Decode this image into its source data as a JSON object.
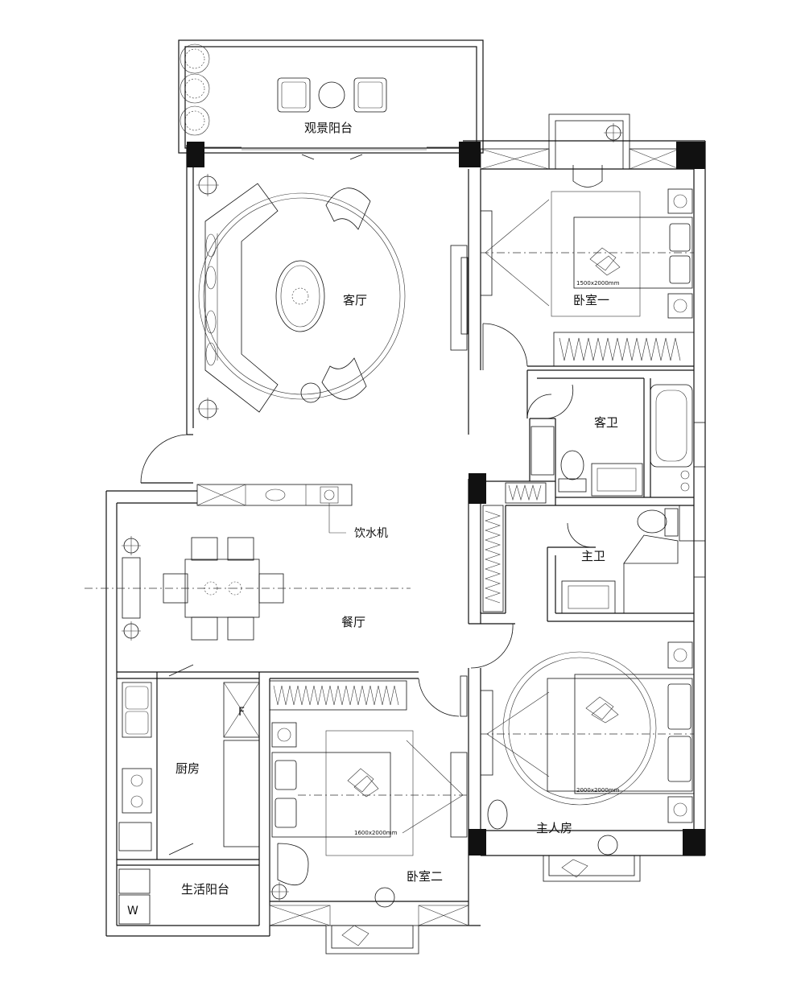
{
  "rooms": {
    "balcony_view": "观景阳台",
    "living": "客厅",
    "bedroom1": "卧室一",
    "guest_bath": "客卫",
    "master_bath": "主卫",
    "dining": "餐厅",
    "water_dispenser": "饮水机",
    "kitchen": "厨房",
    "utility_balcony": "生活阳台",
    "bedroom2": "卧室二",
    "master_bedroom": "主人房"
  },
  "dimensions": {
    "bed1": "1500x2000mm",
    "bed2": "1600x2000mm",
    "master_bed": "2000x2000mm"
  },
  "symbols": {
    "fridge": "F",
    "washer": "W"
  },
  "icons": [
    "plant-icon",
    "sofa-icon",
    "armchair-icon",
    "coffee-table-icon",
    "bed-icon",
    "pillow-icon",
    "nightstand-icon",
    "wardrobe-icon",
    "bathtub-icon",
    "toilet-icon",
    "sink-icon",
    "stove-icon",
    "dining-table-icon",
    "chair-icon",
    "door-swing-icon",
    "window-icon",
    "column-icon",
    "lamp-icon"
  ]
}
